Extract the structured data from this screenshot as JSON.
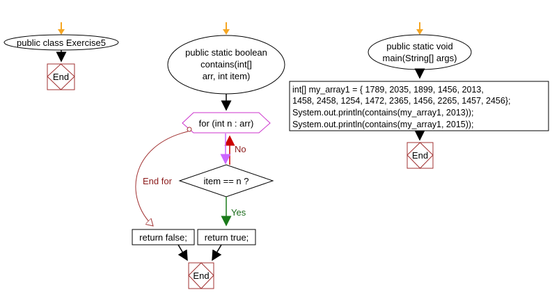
{
  "exercise_class": {
    "label": "public class Exercise5",
    "end": "End"
  },
  "contains_method": {
    "signature_lines": [
      "public static boolean",
      "contains(int[]",
      "arr, int item)"
    ],
    "loop": "for (int n : arr)",
    "no_label": "No",
    "condition": "item == n ?",
    "yes_label": "Yes",
    "end_for_label": "End for",
    "return_false": "return false;",
    "return_true": "return true;",
    "end": "End"
  },
  "main_method": {
    "signature_lines": [
      "public static void",
      "main(String[] args)"
    ],
    "code_lines": [
      "int[] my_array1 = { 1789, 2035, 1899, 1456, 2013,",
      "1458, 2458, 1254, 1472, 2365, 1456, 2265, 1457, 2456};",
      "System.out.println(contains(my_array1, 2013));",
      "System.out.println(contains(my_array1, 2015));"
    ],
    "end": "End"
  },
  "colors": {
    "start_arrow": "#f5a623",
    "loop_border": "#cc33cc",
    "no_arrow": "#cc0000",
    "loop_back_arrow": "#cc66ff",
    "yes_arrow": "#1a7a1a",
    "end_for_arrow": "#a03030",
    "end_box_border": "#a03030"
  }
}
